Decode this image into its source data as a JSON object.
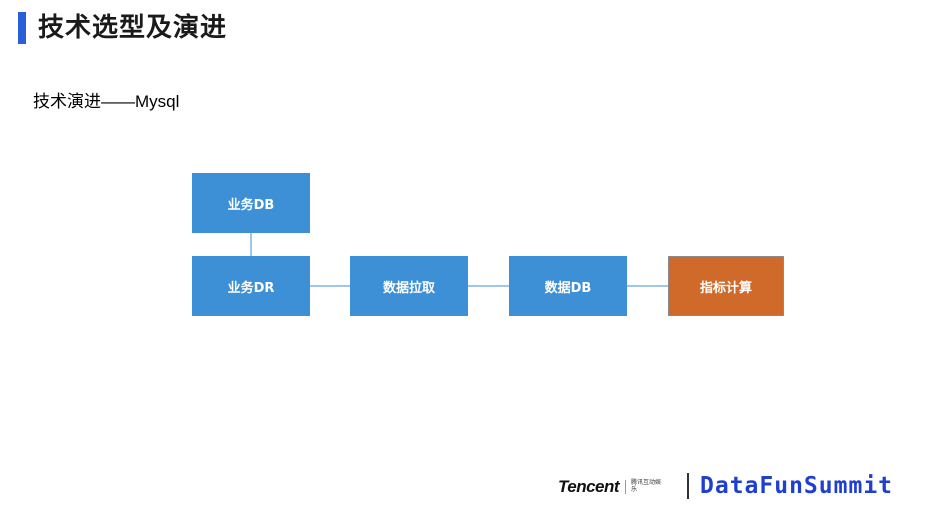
{
  "header": {
    "title": "技术选型及演进",
    "subtitle": "技术演进——Mysql"
  },
  "diagram": {
    "nodes": [
      {
        "id": "biz_db",
        "label": "业务DB",
        "color": "#3d8fd6"
      },
      {
        "id": "biz_dr",
        "label": "业务DR",
        "color": "#3d8fd6"
      },
      {
        "id": "data_pull",
        "label": "数据拉取",
        "color": "#3d8fd6"
      },
      {
        "id": "data_db",
        "label": "数据DB",
        "color": "#3d8fd6"
      },
      {
        "id": "metric_calc",
        "label": "指标计算",
        "color": "#cf6a2a"
      }
    ],
    "edges": [
      {
        "from": "biz_db",
        "to": "biz_dr"
      },
      {
        "from": "biz_dr",
        "to": "data_pull"
      },
      {
        "from": "data_pull",
        "to": "data_db"
      },
      {
        "from": "data_db",
        "to": "metric_calc"
      }
    ]
  },
  "footer": {
    "tencent_logo": "Tencent",
    "tencent_cn": "腾讯互动娱乐",
    "brand": "DataFunSummit"
  }
}
